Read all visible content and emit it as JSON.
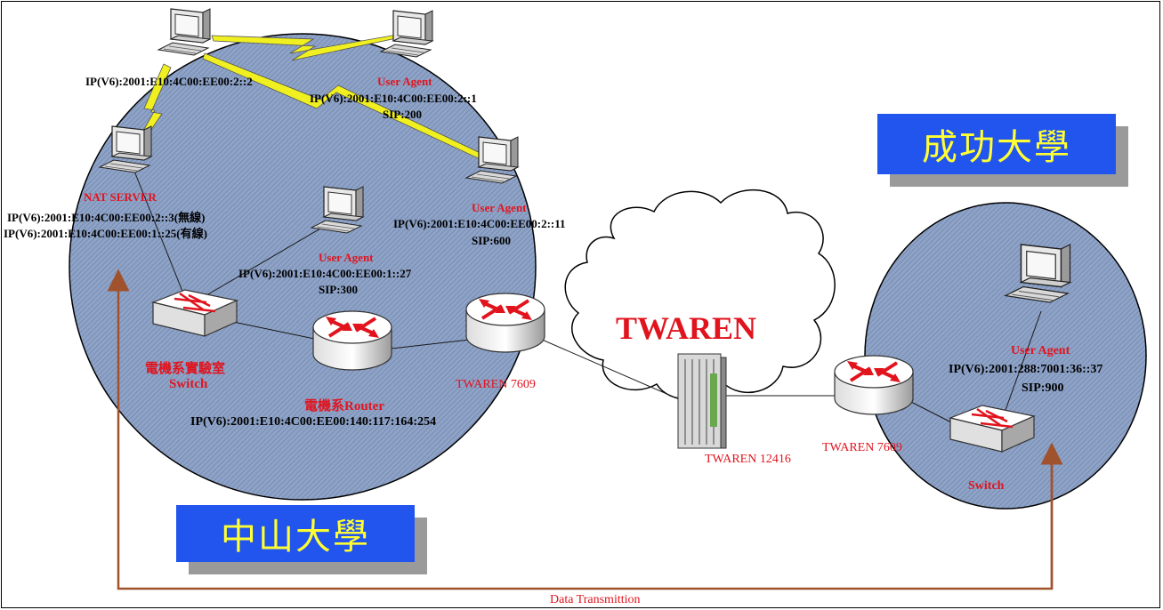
{
  "regions": {
    "left_banner": "中山大學",
    "right_banner": "成功大學"
  },
  "cloud": {
    "label": "TWAREN"
  },
  "labels": {
    "pc_top_left_ip": "IP(V6):2001:E10:4C00:EE00:2::2",
    "ua_top_title": "User Agent",
    "ua_top_ip": "IP(V6):2001:E10:4C00:EE00:2::1",
    "ua_top_sip": "SIP:200",
    "nat_title": "NAT SERVER",
    "nat_ip1": "IP(V6):2001:E10:4C00:EE00:2::3(無線)",
    "nat_ip2": "IP(V6):2001:E10:4C00:EE00:1::25(有線)",
    "ua_mid_title": "User Agent",
    "ua_mid_ip": "IP(V6):2001:E10:4C00:EE00:1::27",
    "ua_mid_sip": "SIP:300",
    "ua_right_title": "User Agent",
    "ua_right_ip": "IP(V6):2001:E10:4C00:EE00:2::11",
    "ua_right_sip": "SIP:600",
    "switch_left_name": "電機系實驗室",
    "switch_left_type": "Switch",
    "router_name": "電機系Router",
    "router_ip": "IP(V6):2001:E10:4C00:EE00:140:117:164:254",
    "twaren_left": "TWAREN 7609",
    "twaren_core": "TWAREN 12416",
    "twaren_right": "TWAREN 7609",
    "ncku_ua_title": "User Agent",
    "ncku_ua_ip": "IP(V6):2001:288:7001:36::37",
    "ncku_ua_sip": "SIP:900",
    "ncku_switch": "Switch",
    "data_transmission": "Data Transmittion"
  },
  "colors": {
    "region_fill": "#8fa3c6",
    "banner_fill": "#2255ee",
    "banner_text": "#ffff33",
    "label_red": "#e1141e",
    "arrow_brown": "#a0522d",
    "wireless_yellow": "#f0f020"
  }
}
